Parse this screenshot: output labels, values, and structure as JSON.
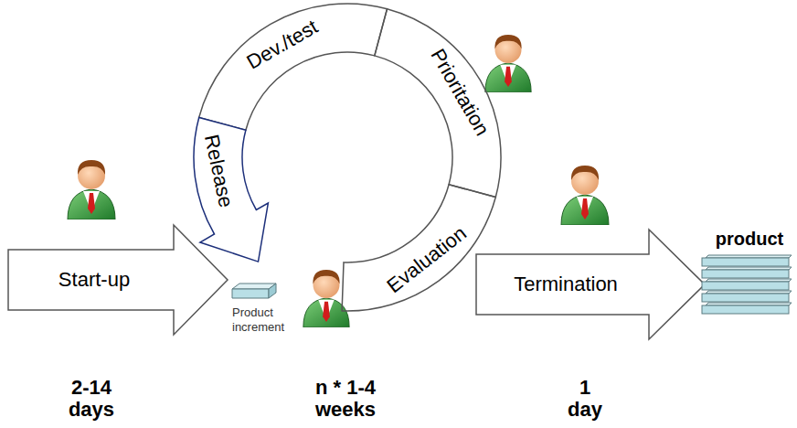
{
  "diagram": {
    "nodes": [
      {
        "text": [
          "Start-up"
        ]
      },
      {
        "text": [
          "Release"
        ]
      },
      {
        "text": [
          "Dev./test"
        ]
      },
      {
        "text": [
          "Prioritation"
        ]
      },
      {
        "text": [
          "Evaluation"
        ]
      },
      {
        "text": [
          "Product increment"
        ]
      },
      {
        "text": [
          "Termination"
        ]
      },
      {
        "text": [
          "product"
        ]
      }
    ],
    "labels": [
      "2-14 days",
      "n * 1-4 weeks",
      "1 day"
    ]
  }
}
